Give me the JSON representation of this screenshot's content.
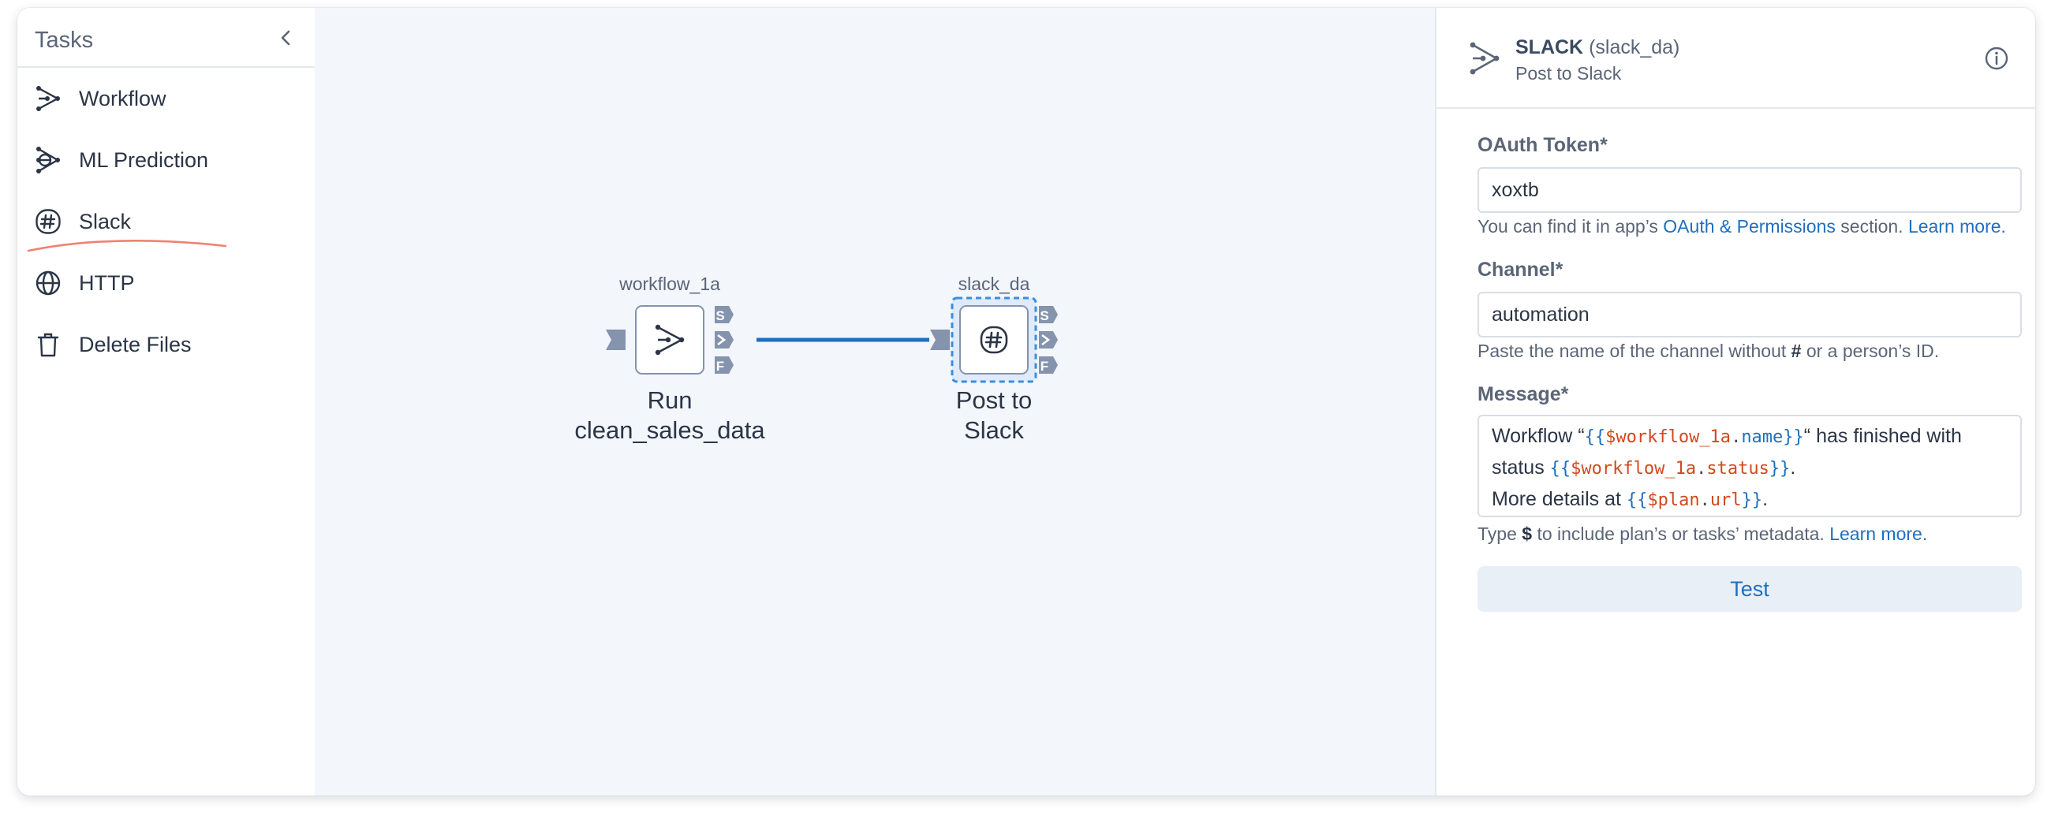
{
  "sidebar": {
    "title": "Tasks",
    "collapse_icon": "chevron-left-icon",
    "items": [
      {
        "label": "Workflow",
        "icon": "workflow-icon"
      },
      {
        "label": "ML Prediction",
        "icon": "ml-prediction-icon"
      },
      {
        "label": "Slack",
        "icon": "slack-icon"
      },
      {
        "label": "HTTP",
        "icon": "globe-icon"
      },
      {
        "label": "Delete Files",
        "icon": "trash-icon"
      }
    ]
  },
  "canvas": {
    "nodes": [
      {
        "id": "workflow_1a",
        "title": "Run clean_sales_data",
        "title_line1": "Run",
        "title_line2": "clean_sales_data",
        "icon": "workflow-icon",
        "ports": [
          "S",
          ">",
          "F"
        ]
      },
      {
        "id": "slack_da",
        "title": "Post to Slack",
        "title_line1": "Post to",
        "title_line2": "Slack",
        "icon": "slack-icon",
        "ports": [
          "S",
          ">",
          "F"
        ],
        "selected": true
      }
    ],
    "edge_color": "#1f6fbf",
    "port_color": "#8593ad"
  },
  "panel": {
    "task_type": "SLACK",
    "task_id": "(slack_da)",
    "task_title": "Post to Slack",
    "info_icon": "info-icon",
    "fields": {
      "oauth": {
        "label": "OAuth Token*",
        "value": "xoxtb",
        "help_prefix": "You can find it in app’s ",
        "help_link": "OAuth & Permissions",
        "help_mid": " section. ",
        "help_learn": "Learn more."
      },
      "channel": {
        "label": "Channel*",
        "value": "automation",
        "help_prefix": "Paste the name of the channel without ",
        "help_hash": "#",
        "help_suffix": " or a person’s ID."
      },
      "message": {
        "label": "Message*",
        "line1_a": "Workflow “",
        "line1_open": "{{",
        "line1_var": "$workflow_1a",
        "line1_dot": ".",
        "line1_key": "name",
        "line1_close": "}}",
        "line1_b": "“ has finished with",
        "line2_a": "status ",
        "line2_open": "{{",
        "line2_var": "$workflow_1a",
        "line2_dot": ".",
        "line2_key": "status",
        "line2_close": "}}",
        "line2_b": ".",
        "line3_a": "More details at ",
        "line3_open": "{{",
        "line3_var": "$plan",
        "line3_dot": ".",
        "line3_key": "url",
        "line3_close": "}}",
        "line3_b": ".",
        "help_prefix": "Type ",
        "help_dollar": "$",
        "help_suffix": " to include plan’s or tasks’ metadata. ",
        "help_learn": "Learn more."
      }
    },
    "test_label": "Test",
    "accent_color": "#1f6fbf"
  }
}
